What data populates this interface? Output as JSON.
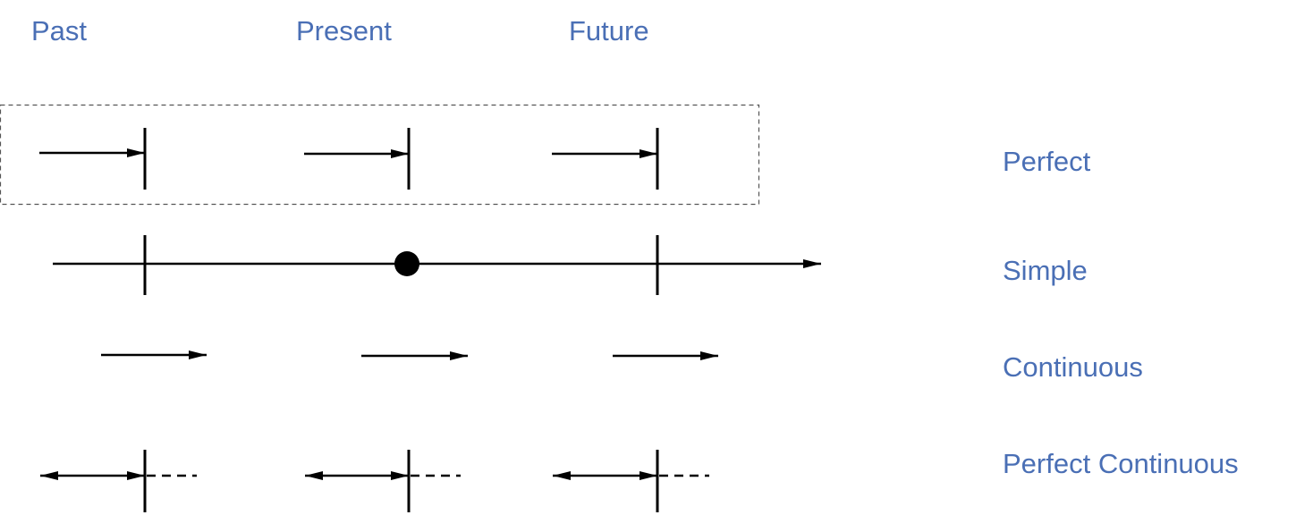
{
  "header": {
    "past": "Past",
    "present": "Present",
    "future": "Future"
  },
  "rows": {
    "perfect": "Perfect",
    "simple": "Simple",
    "continuous": "Continuous",
    "perfect_continuous": "Perfect Continuous"
  },
  "colors": {
    "label": "#4A6FB5",
    "line": "#000000",
    "frame": "#555555"
  }
}
